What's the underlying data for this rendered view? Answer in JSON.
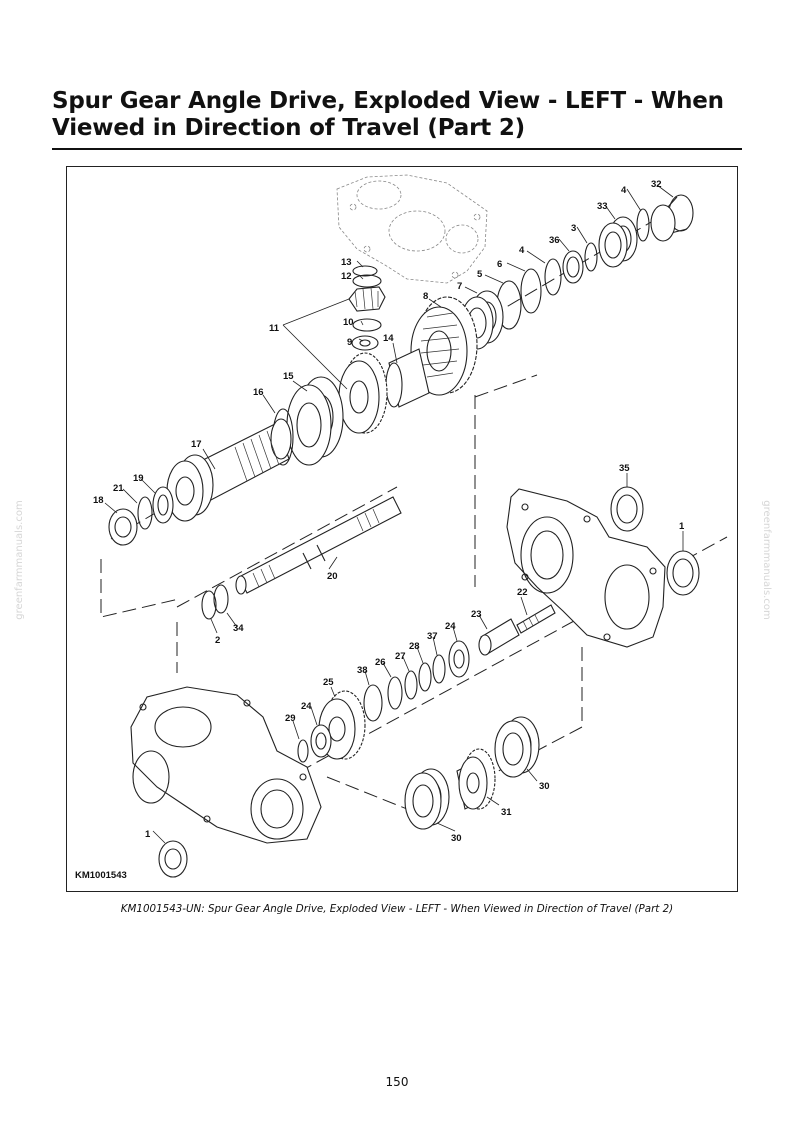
{
  "page": {
    "title": "Spur Gear Angle Drive, Exploded View - LEFT - When Viewed in Direction of Travel (Part 2)",
    "caption": "KM1001543-UN: Spur Gear Angle Drive, Exploded View - LEFT - When Viewed in Direction of Travel (Part 2)",
    "page_number": "150",
    "watermark": "greenfarmmanuals.com"
  },
  "figure": {
    "figure_id": "KM1001543",
    "callouts": [
      {
        "id": "c-32",
        "label": "32"
      },
      {
        "id": "c-4a",
        "label": "4"
      },
      {
        "id": "c-33",
        "label": "33"
      },
      {
        "id": "c-3",
        "label": "3"
      },
      {
        "id": "c-36",
        "label": "36"
      },
      {
        "id": "c-4b",
        "label": "4"
      },
      {
        "id": "c-6",
        "label": "6"
      },
      {
        "id": "c-5",
        "label": "5"
      },
      {
        "id": "c-7",
        "label": "7"
      },
      {
        "id": "c-8",
        "label": "8"
      },
      {
        "id": "c-13",
        "label": "13"
      },
      {
        "id": "c-12",
        "label": "12"
      },
      {
        "id": "c-11",
        "label": "11"
      },
      {
        "id": "c-10",
        "label": "10"
      },
      {
        "id": "c-9",
        "label": "9"
      },
      {
        "id": "c-14",
        "label": "14"
      },
      {
        "id": "c-15",
        "label": "15"
      },
      {
        "id": "c-16",
        "label": "16"
      },
      {
        "id": "c-17",
        "label": "17"
      },
      {
        "id": "c-19",
        "label": "19"
      },
      {
        "id": "c-21",
        "label": "21"
      },
      {
        "id": "c-18",
        "label": "18"
      },
      {
        "id": "c-35",
        "label": "35"
      },
      {
        "id": "c-1a",
        "label": "1"
      },
      {
        "id": "c-20",
        "label": "20"
      },
      {
        "id": "c-22",
        "label": "22"
      },
      {
        "id": "c-23",
        "label": "23"
      },
      {
        "id": "c-24a",
        "label": "24"
      },
      {
        "id": "c-37",
        "label": "37"
      },
      {
        "id": "c-28",
        "label": "28"
      },
      {
        "id": "c-27",
        "label": "27"
      },
      {
        "id": "c-26",
        "label": "26"
      },
      {
        "id": "c-38",
        "label": "38"
      },
      {
        "id": "c-2",
        "label": "2"
      },
      {
        "id": "c-34",
        "label": "34"
      },
      {
        "id": "c-25",
        "label": "25"
      },
      {
        "id": "c-24b",
        "label": "24"
      },
      {
        "id": "c-29",
        "label": "29"
      },
      {
        "id": "c-30a",
        "label": "30"
      },
      {
        "id": "c-31",
        "label": "31"
      },
      {
        "id": "c-30b",
        "label": "30"
      },
      {
        "id": "c-1b",
        "label": "1"
      }
    ]
  }
}
